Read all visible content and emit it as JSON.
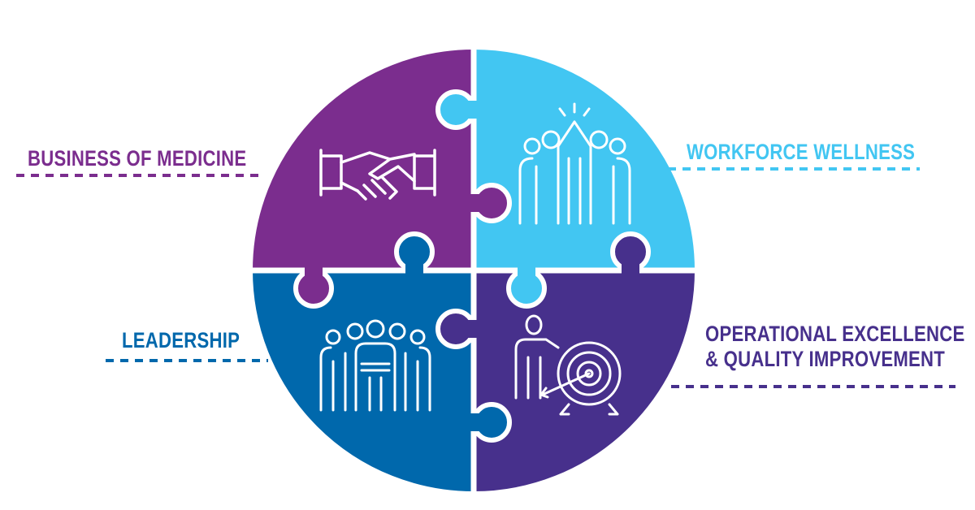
{
  "labels": {
    "business": "BUSINESS OF MEDICINE",
    "workforce": "WORKFORCE WELLNESS",
    "leadership": "LEADERSHIP",
    "operational_line1": "OPERATIONAL EXCELLENCE",
    "operational_line2": "& QUALITY IMPROVEMENT"
  },
  "colors": {
    "business": "#7B2D8E",
    "workforce": "#42C6F2",
    "leadership": "#0068AC",
    "operational": "#47308C"
  },
  "icons": {
    "business": "handshake-icon",
    "workforce": "team-high-five-icon",
    "leadership": "leadership-team-icon",
    "operational": "person-target-icon"
  }
}
